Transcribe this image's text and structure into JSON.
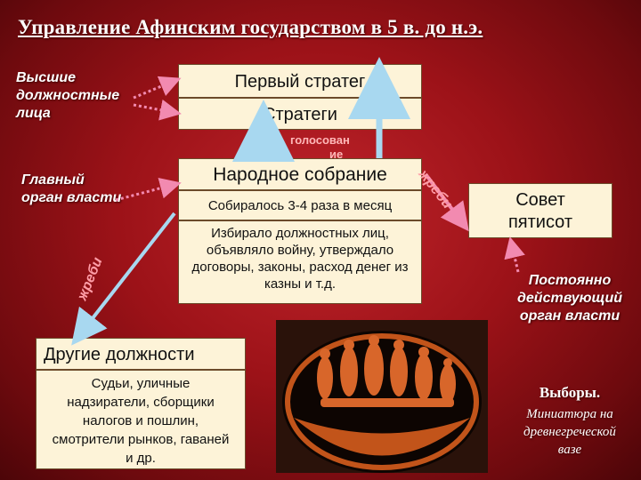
{
  "title": "Управление Афинским государством в 5 в. до н.э.",
  "labels": {
    "higher_officials": [
      "Высшие",
      "должностные",
      "лица"
    ],
    "main_authority": [
      "Главный",
      "орган власти"
    ],
    "permanent_authority": [
      "Постоянно",
      "действующий",
      "орган власти"
    ]
  },
  "boxes": {
    "first_strategos": "Первый стратег",
    "strategoi": "Стратеги",
    "assembly_title": "Народное собрание",
    "assembly_freq": "Собиралось 3-4 раза в месяц",
    "assembly_powers": "Избирало должностных лиц, объявляло войну, утверждало договоры, законы, расход денег из казны и т.д.",
    "council": [
      "Совет",
      "пятисот"
    ],
    "other_title": "Другие должности",
    "other_list": "Судьи, уличные надзиратели, сборщики налогов и пошлин, смотрители рынков, гаваней и др."
  },
  "arrows": {
    "vote": "голосован",
    "vote_tail": "ие",
    "lot_right": "жреби",
    "lot_left": "жреби"
  },
  "caption": {
    "heading": "Выборы.",
    "text": [
      "Миниатюра на",
      "древнегреческой",
      "вазе"
    ]
  },
  "colors": {
    "background": "#9c1218",
    "box_fill": "#fdf3d8",
    "arrow_pink": "#f28ab0",
    "arrow_blue": "#a8d8f0"
  }
}
